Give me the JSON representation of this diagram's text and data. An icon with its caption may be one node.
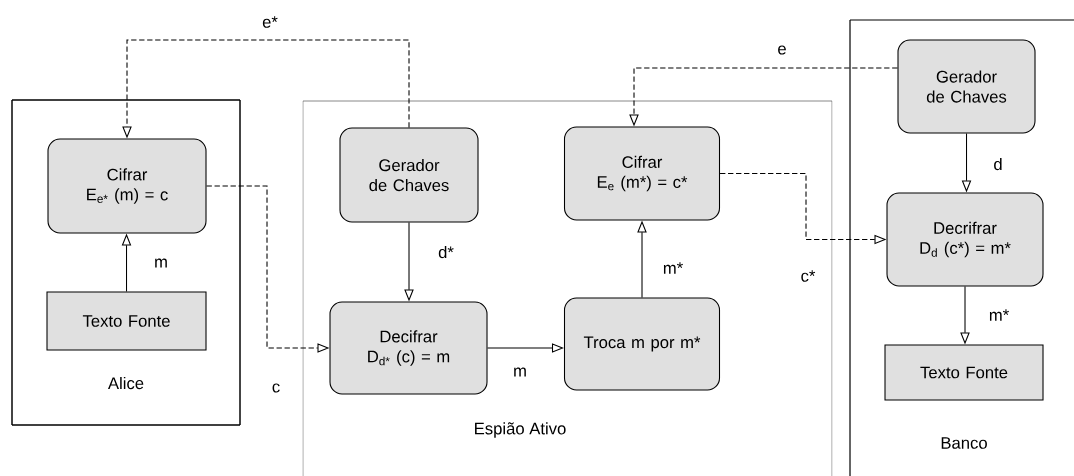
{
  "diagram": {
    "nodes": [
      {
        "text": [
          "Alice"
        ]
      },
      {
        "text": [
          "Cifrar",
          "E$_{e*}$ (m) = c"
        ],
        "in": 0
      },
      {
        "text": [
          "Texto Fonte"
        ],
        "in": 0
      },
      {
        "text": [
          "Espião Ativo"
        ]
      },
      {
        "text": [
          "Gerador de Chaves"
        ],
        "in": 3
      },
      {
        "text": [
          "Decifrar",
          "D$_{d*}$ (c) = m"
        ],
        "in": 3
      },
      {
        "text": [
          "Cifrar",
          "E$_{e}$ (m*) = c*"
        ],
        "in": 3
      },
      {
        "text": [
          "Troca m por  m*"
        ],
        "in": 3
      },
      {
        "text": [
          "Banco"
        ]
      },
      {
        "text": [
          "Gerador de Chaves"
        ],
        "in": 8
      },
      {
        "text": [
          "Decrifrar",
          "D$_{d}$ (c*) = m*"
        ],
        "in": 8
      },
      {
        "text": [
          "Texto Fonte"
        ],
        "in": 8
      }
    ],
    "edges": [
      {
        "from": 2,
        "to": 1,
        "arrow": "to",
        "label": "m"
      },
      {
        "from": 4,
        "to": 1,
        "arrow": "to",
        "label": "e*",
        "style": "dashed"
      },
      {
        "from": 1,
        "to": 5,
        "arrow": "to",
        "label": "c",
        "style": "dashed"
      },
      {
        "from": 4,
        "to": 5,
        "arrow": "to",
        "label": "d*"
      },
      {
        "from": 5,
        "to": 7,
        "arrow": "to",
        "label": "m"
      },
      {
        "from": 7,
        "to": 6,
        "arrow": "to",
        "label": "m*"
      },
      {
        "from": 9,
        "to": 6,
        "arrow": "to",
        "label": "e",
        "style": "dashed"
      },
      {
        "from": 6,
        "to": 10,
        "arrow": "to",
        "label": "c*",
        "style": "dashed"
      },
      {
        "from": 9,
        "to": 10,
        "arrow": "to",
        "label": "d"
      },
      {
        "from": 10,
        "to": 11,
        "arrow": "to",
        "label": "m*"
      }
    ]
  }
}
